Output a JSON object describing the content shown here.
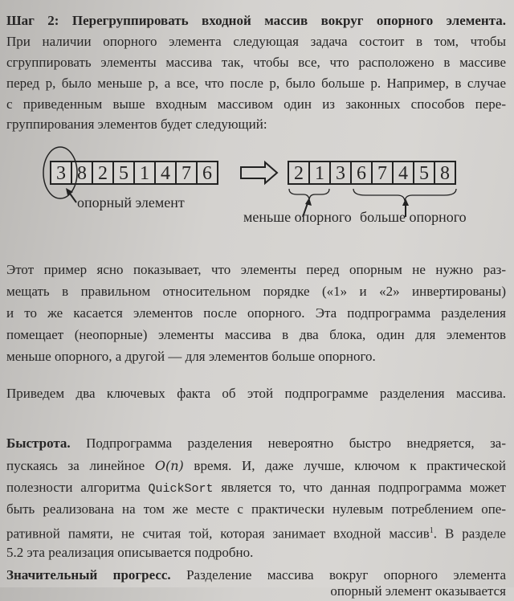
{
  "step": {
    "title": "Шаг 2: Перегруппировать входной массив вокруг опорного элемента.",
    "lines": [
      "При наличии опорного элемента следующая задача состоит в том, чтобы",
      "сгруппировать элементы массива так, чтобы все, что расположено в массиве",
      "перед p, было меньше p, а все, что после p, было больше p. Например, в случае",
      "с приведенным выше входным массивом один из законных способов пере-",
      "группирования элементов будет следующий:"
    ]
  },
  "diagram": {
    "input": [
      "3",
      "8",
      "2",
      "5",
      "1",
      "4",
      "7",
      "6"
    ],
    "output": [
      "2",
      "1",
      "3",
      "6",
      "7",
      "4",
      "5",
      "8"
    ],
    "pivot_label": "опорный элемент",
    "less_label": "меньше опорного",
    "greater_label": "больше опорного"
  },
  "paragraph1": [
    "Этот пример ясно показывает, что элементы перед опорным не нужно раз-",
    "мещать в правильном относительном порядке («1» и «2» инвертированы)",
    "и то же касается элементов после опорного. Эта подпрограмма разделения",
    "помещает (неопорные) элементы массива в два блока, один для элементов",
    "меньше опорного, а другой — для элементов больше опорного."
  ],
  "paragraph2": "Приведем два ключевых факта об этой подпрограмме разделения массива.",
  "speed": {
    "term": "Быстрота.",
    "line1": "Подпрограмма разделения невероятно быстро внедряется, за-",
    "line2_a": "пускаясь за линейное ",
    "big_o": "O(n)",
    "line2_b": " время. И, даже лучше, ключом к практической",
    "line3_a": "полезности алгоритма ",
    "code": "QuickSort",
    "line3_b": " является то, что данная подпрограмма может",
    "line4": "быть реализована на том же месте с практически нулевым потреблением опе-",
    "line5_a": "ративной памяти, не считая той, которая занимает входной массив",
    "footnote": "1",
    "line5_b": ". В разделе",
    "line6": "5.2 эта реализация описывается подробно."
  },
  "progress": {
    "term": "Значительный прогресс.",
    "line1": "Разделение массива вокруг опорного элемента",
    "line2": "опорный элемент оказывается"
  }
}
